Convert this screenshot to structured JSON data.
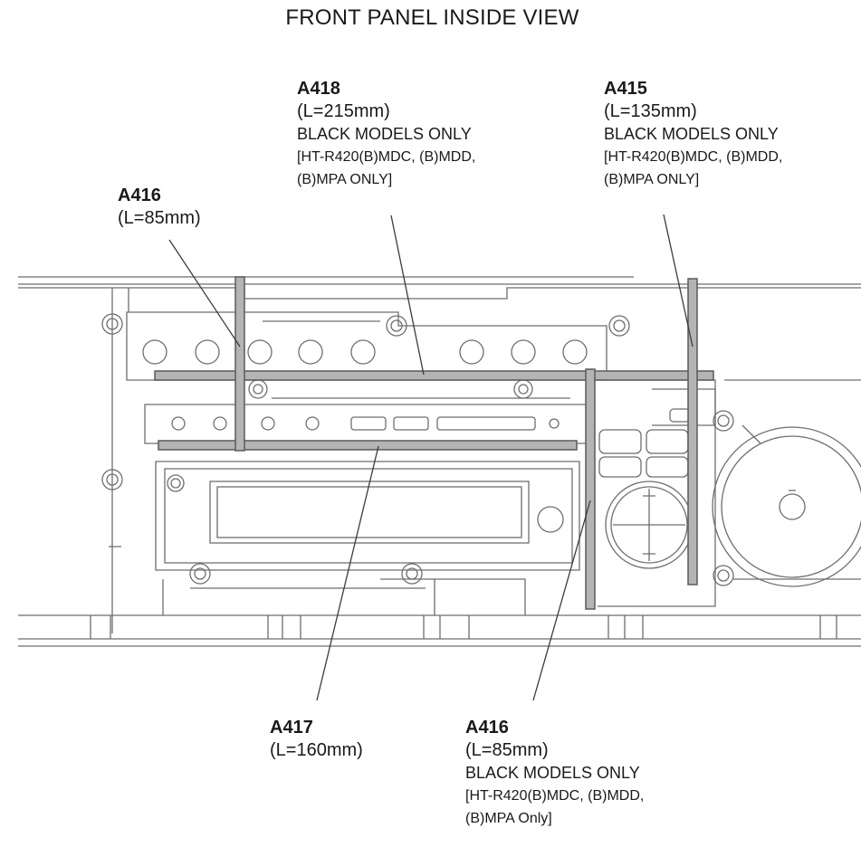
{
  "title": "FRONT PANEL INSIDE VIEW",
  "callouts": [
    {
      "id": "a416_left",
      "code": "A416",
      "length": "(L=85mm)"
    },
    {
      "id": "a418",
      "code": "A418",
      "length": "(L=215mm)",
      "note": "BLACK MODELS ONLY",
      "models": "[HT-R420(B)MDC, (B)MDD,",
      "models2": "(B)MPA ONLY]"
    },
    {
      "id": "a415",
      "code": "A415",
      "length": "(L=135mm)",
      "note": "BLACK MODELS ONLY",
      "models": "[HT-R420(B)MDC, (B)MDD,",
      "models2": "(B)MPA ONLY]"
    },
    {
      "id": "a417",
      "code": "A417",
      "length": "(L=160mm)"
    },
    {
      "id": "a416_bottom",
      "code": "A416",
      "length": "(L=85mm)",
      "note": "BLACK MODELS ONLY",
      "models": "[HT-R420(B)MDC, (B)MDD,",
      "models2": "(B)MPA Only]"
    }
  ],
  "colors": {
    "line": "#3c3c3c",
    "strip_fill": "#b4b4b4",
    "strip_edge": "#5a5a5a",
    "sketch": "#6e6e6e"
  }
}
